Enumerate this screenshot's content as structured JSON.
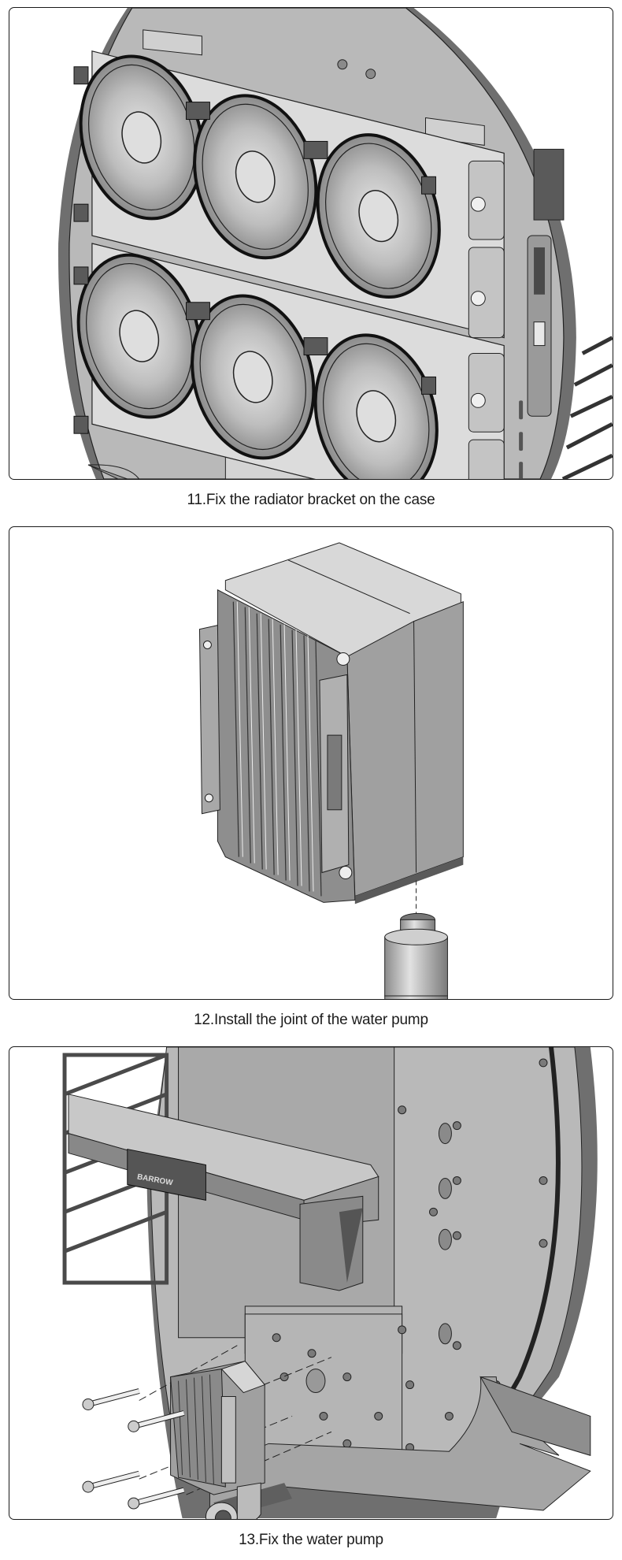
{
  "steps": [
    {
      "number": "11",
      "caption": "11.Fix the radiator bracket on the case",
      "illustration": "Two triple-fan 360mm radiators with six RGB ring fans mounted on the round case back plate; I/O shield and PCIe slots visible on the right"
    },
    {
      "number": "12",
      "caption": "12.Install the joint of the water pump",
      "illustration": "Finned water pump body with a 90-degree rotary elbow fitting and a straight extender fitting, connected by dashed assembly lines"
    },
    {
      "number": "13",
      "caption": "13.Fix the water pump",
      "illustration": "Water pump with attached elbow fitting being fixed to the lower case plate with four long screws; GPU with water block and motherboard visible above",
      "gpu_block_logo": "BARROW"
    }
  ],
  "colors": {
    "panel_border": "#1a1a1a",
    "caption_text": "#1c1c1c",
    "case_plate": "#b9b9b9",
    "case_edge": "#6f6f6f",
    "part_light": "#d9d9d9",
    "part_mid": "#9a9a9a",
    "part_dark": "#5a5a5a"
  }
}
